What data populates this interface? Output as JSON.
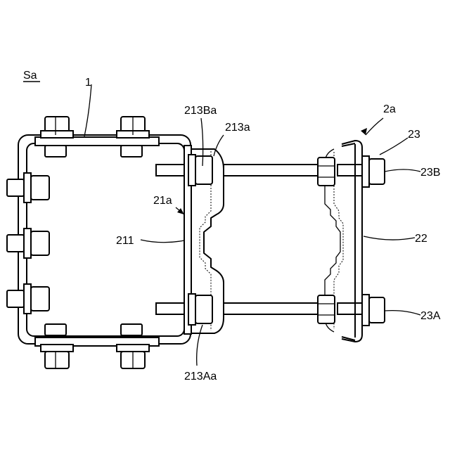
{
  "figure": {
    "title": "Sa",
    "labels": {
      "l1": "1",
      "l213Ba": "213Ba",
      "l213a": "213a",
      "l2a": "2a",
      "l23": "23",
      "l23B": "23B",
      "l21a": "21a",
      "l211": "211",
      "l22": "22",
      "l23A": "23A",
      "l213Aa": "213Aa"
    }
  }
}
